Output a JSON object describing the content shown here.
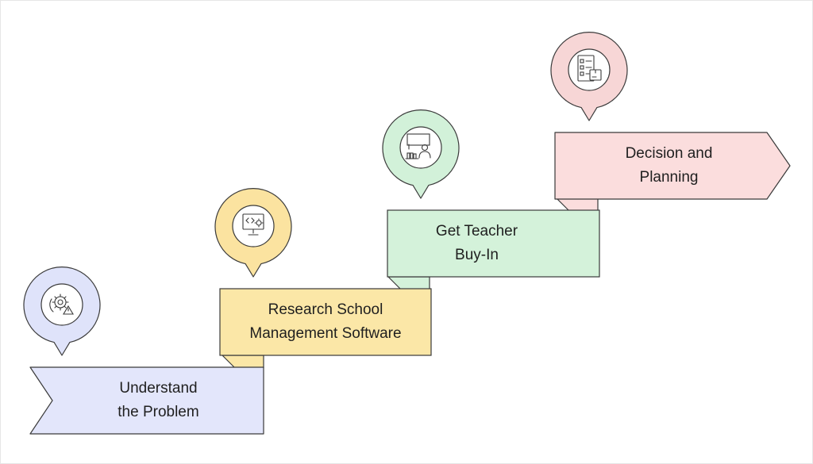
{
  "steps": [
    {
      "line1": "Understand",
      "line2": "the Problem",
      "icon": "gear-warning-icon",
      "fill": "#e3e6fb",
      "pin_fill": "#dfe3fa"
    },
    {
      "line1": "Research School",
      "line2": "Management Software",
      "icon": "code-monitor-icon",
      "fill": "#fbe7a7",
      "pin_fill": "#fbe3a0"
    },
    {
      "line1": "Get Teacher",
      "line2": "Buy-In",
      "icon": "teacher-icon",
      "fill": "#d4f2da",
      "pin_fill": "#d2f1d9"
    },
    {
      "line1": "Decision and",
      "line2": "Planning",
      "icon": "checklist-icon",
      "fill": "#fbdddd",
      "pin_fill": "#f7d6d6"
    }
  ],
  "colors": {
    "stroke": "#3a3a3a",
    "text": "#1f1f1f",
    "icon_bg": "#ffffff"
  }
}
